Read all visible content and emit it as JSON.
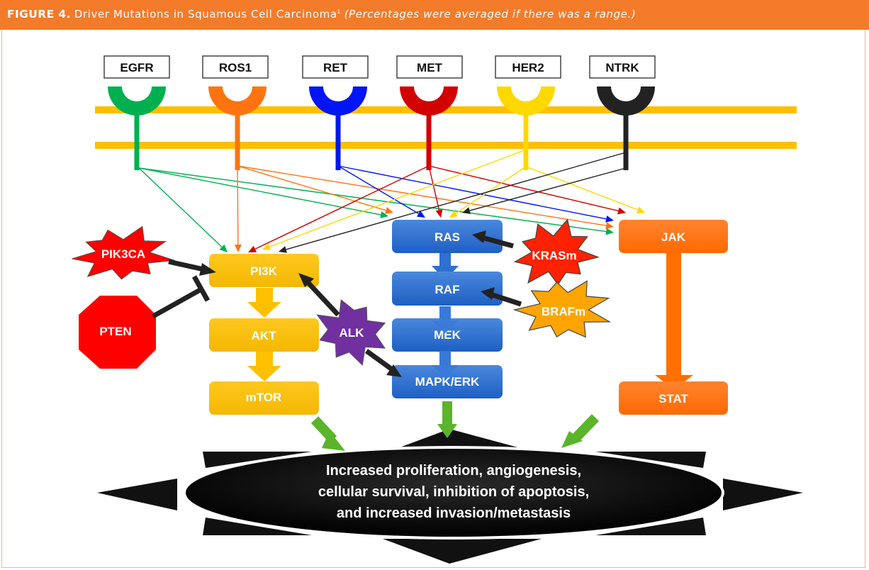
{
  "header": {
    "figure_label": "FIGURE 4.",
    "title": "Driver Mutations in Squamous Cell Carcinoma",
    "superscript": "1",
    "note": "(Percentages were averaged if there was a range.)",
    "background_color": "#f47b2a"
  },
  "membrane": {
    "color": "#ffbf00"
  },
  "receptors": [
    {
      "id": "egfr",
      "label": "EGFR",
      "color": "#00b050"
    },
    {
      "id": "ros1",
      "label": "ROS1",
      "color": "#ff7410"
    },
    {
      "id": "ret",
      "label": "RET",
      "color": "#0015f5"
    },
    {
      "id": "met",
      "label": "MET",
      "color": "#d20000"
    },
    {
      "id": "her2",
      "label": "HER2",
      "color": "#ffd800"
    },
    {
      "id": "ntrk",
      "label": "NTRK",
      "color": "#222222"
    }
  ],
  "receptor_targets": {
    "egfr": [
      "PI3K",
      "RAS",
      "JAK"
    ],
    "ros1": [
      "PI3K",
      "RAS",
      "JAK"
    ],
    "ret": [
      "RAS",
      "JAK"
    ],
    "met": [
      "PI3K",
      "RAS",
      "JAK"
    ],
    "her2": [
      "PI3K",
      "RAS",
      "JAK"
    ],
    "ntrk": [
      "PI3K",
      "RAS"
    ]
  },
  "pathways": {
    "pi3k": {
      "color": "#ffc000",
      "nodes": [
        "PI3K",
        "AKT",
        "mTOR"
      ]
    },
    "mapk": {
      "color": "#2e6fd1",
      "nodes": [
        "RAS",
        "RAF",
        "MEK",
        "MAPK/ERK"
      ]
    },
    "jak": {
      "color": "#ff7000",
      "nodes": [
        "JAK",
        "STAT"
      ]
    }
  },
  "mutations": [
    {
      "id": "pik3ca",
      "label": "PIK3CA",
      "shape": "starburst",
      "color": "#ff0000",
      "effect": "activates",
      "target": "PI3K"
    },
    {
      "id": "pten",
      "label": "PTEN",
      "shape": "octagon",
      "color": "#ff0000",
      "effect": "inhibits",
      "target": "PI3K"
    },
    {
      "id": "alk",
      "label": "ALK",
      "shape": "starburst",
      "color": "#7030a0",
      "effect": "activates",
      "target": [
        "PI3K",
        "MAPK/ERK"
      ]
    },
    {
      "id": "krasm",
      "label": "KRASm",
      "shape": "starburst",
      "color": "#ff2200",
      "effect": "activates",
      "target": "RAS"
    },
    {
      "id": "brafm",
      "label": "BRAFm",
      "shape": "starburst",
      "color": "#ffa500",
      "effect": "activates",
      "target": "RAF"
    }
  ],
  "outcome": {
    "lines": [
      "Increased proliferation, angiogenesis,",
      "cellular survival, inhibition of apoptosis,",
      "and increased invasion/metastasis"
    ],
    "arrow_color": "#5ab52a"
  }
}
